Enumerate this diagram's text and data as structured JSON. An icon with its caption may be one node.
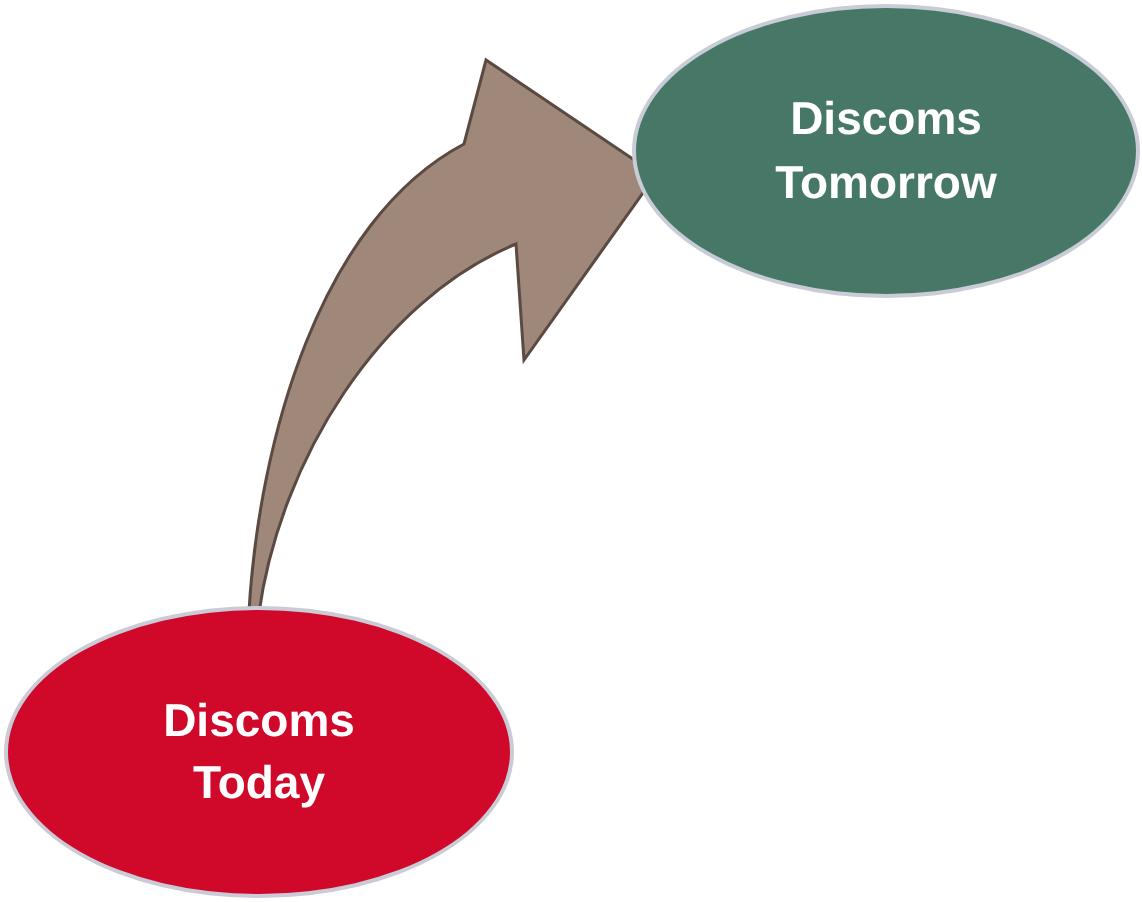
{
  "diagram": {
    "nodes": [
      {
        "text": [
          "Discoms Today"
        ]
      },
      {
        "text": [
          "Discoms Tomorrow"
        ]
      }
    ],
    "edges": [
      {
        "from": 0,
        "to": 1,
        "arrow": "to",
        "style": "thick"
      }
    ]
  }
}
